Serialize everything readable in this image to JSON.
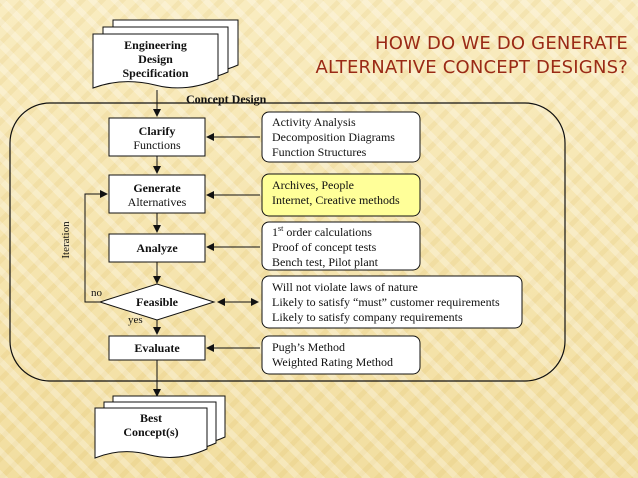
{
  "slide": {
    "title_line1": "HOW DO WE DO GENERATE",
    "title_line2": "ALTERNATIVE CONCEPT DESIGNS?"
  },
  "diagram": {
    "spec_doc": {
      "line1": "Engineering",
      "line2": "Design",
      "line3": "Specification"
    },
    "group_label": "Concept Design",
    "side_label": "Iteration",
    "steps": {
      "clarify": {
        "line1": "Clarify",
        "line2": "Functions"
      },
      "generate": {
        "line1": "Generate",
        "line2": "Alternatives"
      },
      "analyze": {
        "label": "Analyze"
      },
      "feasible": {
        "label": "Feasible"
      },
      "evaluate": {
        "label": "Evaluate"
      }
    },
    "branch_labels": {
      "no": "no",
      "yes": "yes"
    },
    "best_doc": {
      "line1": "Best",
      "line2": "Concept(s)"
    },
    "notes": {
      "clarify": [
        "Activity Analysis",
        "Decomposition Diagrams",
        "Function Structures"
      ],
      "generate": [
        "Archives, People",
        "Internet, Creative methods"
      ],
      "analyze": {
        "line1_ord": "1",
        "line1_sup": "st",
        "line1_rest": " order calculations",
        "line2": "Proof of concept tests",
        "line3": "Bench test, Pilot plant"
      },
      "feasible": [
        "Will not violate laws of nature",
        "Likely to satisfy “must” customer requirements",
        "Likely to satisfy company requirements"
      ],
      "evaluate": [
        "Pugh’s Method",
        "Weighted Rating Method"
      ]
    },
    "colors": {
      "title": "#9a2a16",
      "highlight": "#ffff99",
      "box": "#ffffff",
      "stroke": "#111111"
    }
  }
}
